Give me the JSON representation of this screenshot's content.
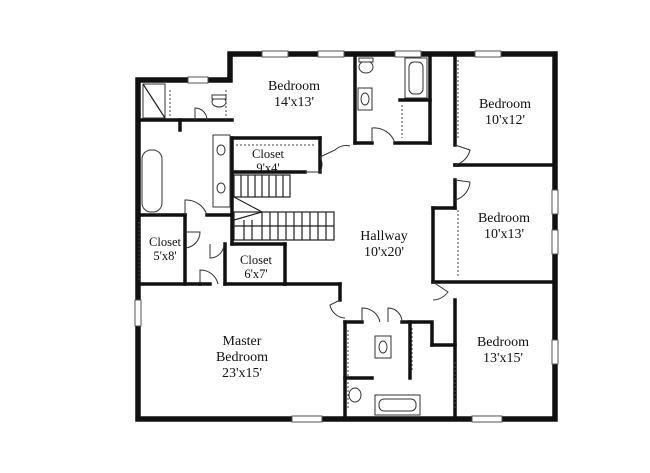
{
  "rooms": {
    "bedroom_top_left": {
      "name": "Bedroom",
      "size": "14'x13'"
    },
    "bedroom_top_right": {
      "name": "Bedroom",
      "size": "10'x12'"
    },
    "bedroom_mid_right": {
      "name": "Bedroom",
      "size": "10'x13'"
    },
    "bedroom_bottom_right": {
      "name": "Bedroom",
      "size": "13'x15'"
    },
    "closet_upper": {
      "name": "Closet",
      "size": "9'x4'"
    },
    "closet_left": {
      "name": "Closet",
      "size": "5'x8'"
    },
    "closet_small": {
      "name": "Closet",
      "size": "6'x7'"
    },
    "hallway": {
      "name": "Hallway",
      "size": "10'x20'"
    },
    "master": {
      "name_line1": "Master",
      "name_line2": "Bedroom",
      "size": "23'x15'"
    }
  }
}
